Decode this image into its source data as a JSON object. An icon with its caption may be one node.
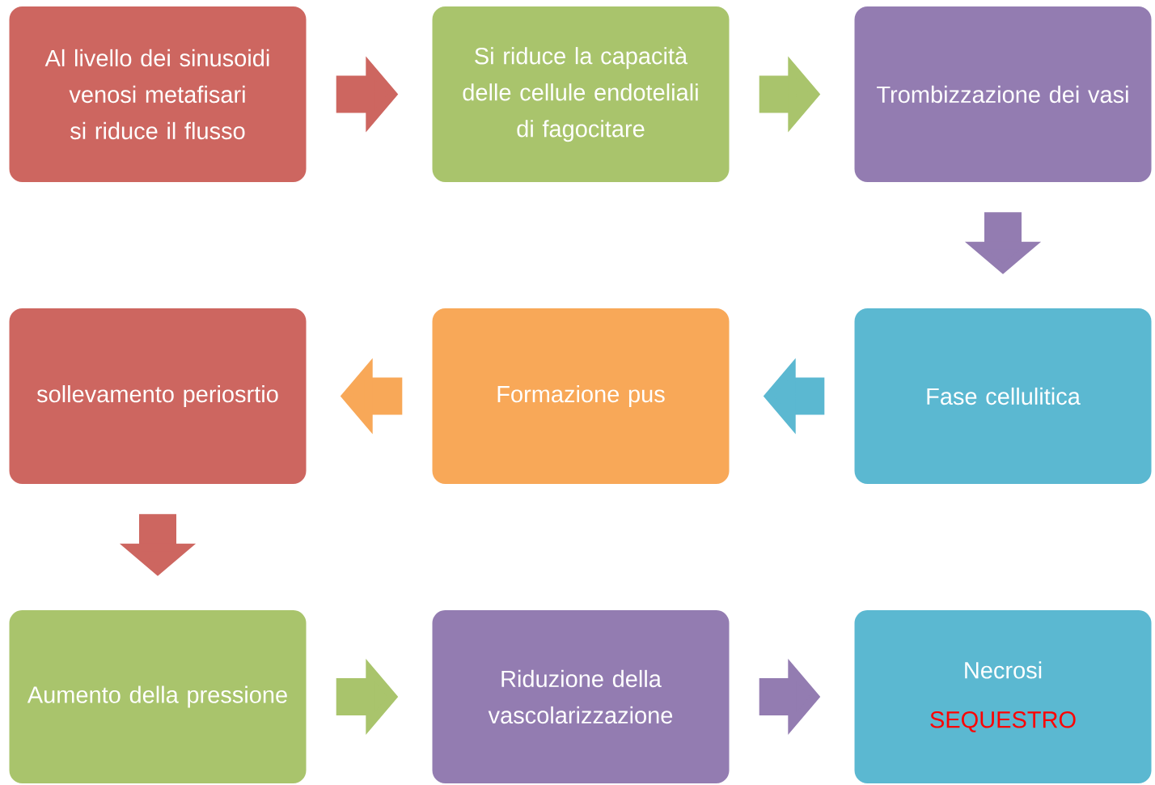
{
  "diagram": {
    "nodes": [
      {
        "text": [
          "Al livello dei sinusoidi venosi metafisari si riduce il flusso"
        ]
      },
      {
        "text": [
          "Si riduce la capacità delle cellule endoteliali di fagocitare"
        ]
      },
      {
        "text": [
          "Trombizzazione dei vasi"
        ]
      },
      {
        "text": [
          "sollevamento periosrtio"
        ]
      },
      {
        "text": [
          "Formazione pus"
        ]
      },
      {
        "text": [
          "Fase cellulitica"
        ]
      },
      {
        "text": [
          "Aumento della pressione"
        ]
      },
      {
        "text": [
          "Riduzione della vascolarizzazione"
        ]
      },
      {
        "text": [
          "Necrosi",
          "SEQUESTRO"
        ]
      }
    ],
    "edges": [
      {
        "from": 0,
        "to": 1,
        "arrow": "to",
        "color": "#cd6660"
      },
      {
        "from": 1,
        "to": 2,
        "arrow": "to",
        "color": "#a9c46c"
      },
      {
        "from": 2,
        "to": 5,
        "arrow": "to",
        "color": "#937cb1"
      },
      {
        "from": 5,
        "to": 4,
        "arrow": "to",
        "color": "#5bb8d1"
      },
      {
        "from": 4,
        "to": 3,
        "arrow": "to",
        "color": "#f8a858"
      },
      {
        "from": 3,
        "to": 6,
        "arrow": "to",
        "color": "#cd6660"
      },
      {
        "from": 6,
        "to": 7,
        "arrow": "to",
        "color": "#a9c46c"
      },
      {
        "from": 7,
        "to": 8,
        "arrow": "to",
        "color": "#937cb1"
      }
    ]
  }
}
